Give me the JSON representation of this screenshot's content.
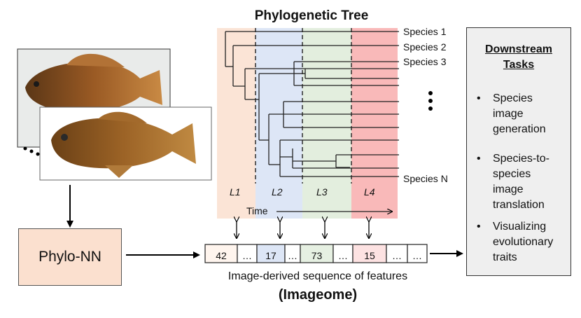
{
  "tree": {
    "title": "Phylogenetic Tree",
    "species_labels": [
      "Species 1",
      "Species 2",
      "Species 3",
      "Species N"
    ],
    "levels": [
      "L1",
      "L2",
      "L3",
      "L4"
    ],
    "time_label": "Time"
  },
  "model": {
    "label": "Phylo-NN"
  },
  "sequence": {
    "tokens": [
      "42",
      "…",
      "17",
      "…",
      "73",
      "…",
      "15",
      "…",
      "…"
    ],
    "caption": "Image-derived sequence of features",
    "caption_bold": "(Imageome)"
  },
  "downstream": {
    "title_line1": "Downstream",
    "title_line2": "Tasks",
    "tasks": [
      [
        "Species",
        "image",
        "generation"
      ],
      [
        "Species-to-",
        "species",
        "image",
        "translation"
      ],
      [
        "Visualizing",
        "evolutionary",
        "traits"
      ]
    ]
  },
  "colors": {
    "L1": "#fbe4d6",
    "L2": "#dde6f6",
    "L3": "#e3eede",
    "L4": "#f9b9b9",
    "phylo_box": "#fbe0cf",
    "tasks_box": "#efefef"
  }
}
